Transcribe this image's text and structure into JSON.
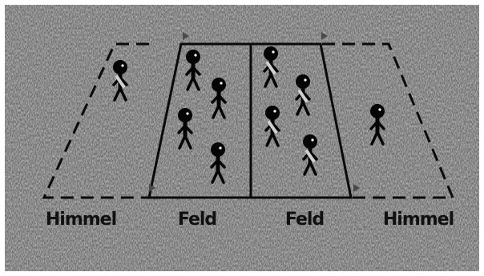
{
  "colors": {
    "turf_base": "#7b7b7b",
    "turf_light": "#a9a9a9",
    "turf_dark": "#555555",
    "line": "#0a0a0a",
    "player": "#050505",
    "sash": "#d0d0d0",
    "cone": "#4a4a4a"
  },
  "diagram": {
    "zone_labels": {
      "left_end": "Himmel",
      "left_field": "Feld",
      "right_field": "Feld",
      "right_end": "Himmel"
    },
    "players": [
      {
        "zone": "left-end",
        "team": "sash"
      },
      {
        "zone": "left-field",
        "team": "plain"
      },
      {
        "zone": "left-field",
        "team": "plain"
      },
      {
        "zone": "left-field",
        "team": "plain"
      },
      {
        "zone": "left-field",
        "team": "plain"
      },
      {
        "zone": "right-field",
        "team": "sash"
      },
      {
        "zone": "right-field",
        "team": "sash"
      },
      {
        "zone": "right-field",
        "team": "sash"
      },
      {
        "zone": "right-field",
        "team": "sash"
      },
      {
        "zone": "right-end",
        "team": "plain"
      }
    ],
    "icons": {
      "player": "stick-figure-player-icon",
      "cone": "marker-cone-icon"
    }
  }
}
